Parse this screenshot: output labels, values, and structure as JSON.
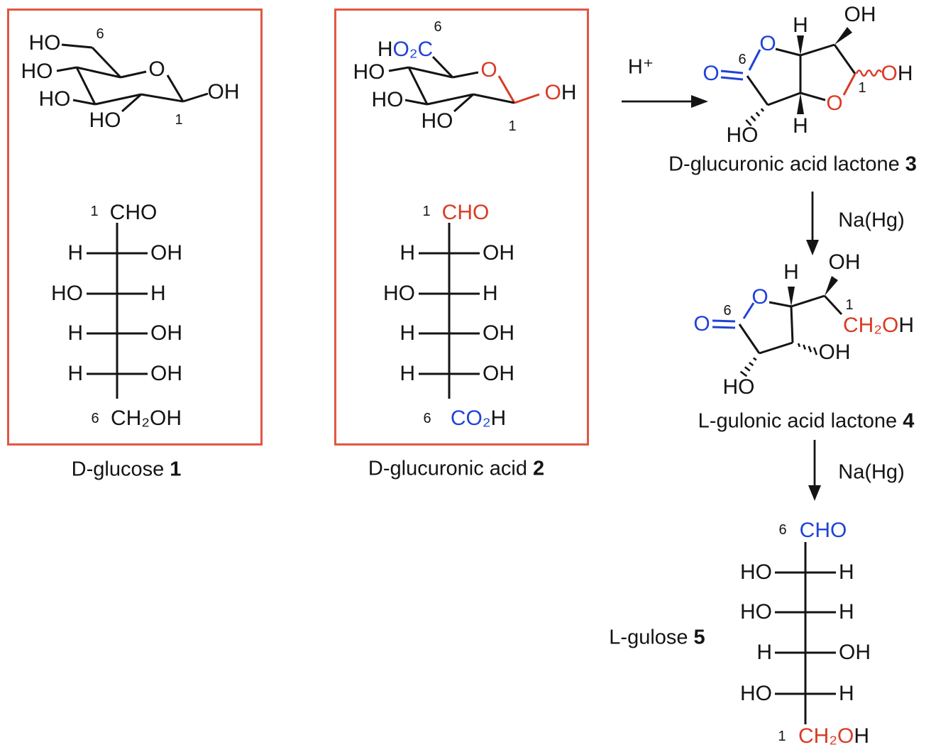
{
  "colors": {
    "red": "#d93b24",
    "blue": "#2042d8",
    "black": "#141414",
    "box_border": "#e05743"
  },
  "boxes": {
    "glucose": {
      "label_name": "D-glucose",
      "label_number": "1",
      "ring": {
        "locant_top": "6",
        "locant_bottom": "1",
        "ho_c6": "HO",
        "ho_c4": "HO",
        "ho_c3": "HO",
        "ho_c2": "HO",
        "ring_o": "O",
        "oh_c1": "OH"
      },
      "fischer": {
        "locant_top": "1",
        "top_group": "CHO",
        "rows": [
          {
            "left": "H",
            "right": "OH"
          },
          {
            "left": "HO",
            "right": "H"
          },
          {
            "left": "H",
            "right": "OH"
          },
          {
            "left": "H",
            "right": "OH"
          }
        ],
        "locant_bottom": "6",
        "bottom_group": "CH₂OH"
      }
    },
    "glucuronic": {
      "label_name": "D-glucuronic acid",
      "label_number": "2",
      "ring": {
        "locant_top": "6",
        "locant_bottom": "1",
        "c6_h": "H",
        "c6_o2c": "O₂C",
        "ho_c4": "HO",
        "ho_c3": "HO",
        "ho_c2": "HO",
        "ring_o": "O",
        "oh_c1_o": "O",
        "oh_c1_h": "H"
      },
      "fischer": {
        "locant_top": "1",
        "top_group": "CHO",
        "rows": [
          {
            "left": "H",
            "right": "OH"
          },
          {
            "left": "HO",
            "right": "H"
          },
          {
            "left": "H",
            "right": "OH"
          },
          {
            "left": "H",
            "right": "OH"
          }
        ],
        "locant_bottom": "6",
        "bottom_co2": "CO₂",
        "bottom_h": "H"
      }
    }
  },
  "reactions": {
    "step1_reagent": "H⁺",
    "step2_reagent": "Na(Hg)",
    "step3_reagent": "Na(Hg)"
  },
  "lactone3": {
    "label_name": "D-glucuronic acid lactone",
    "label_number": "3",
    "locant_6": "6",
    "locant_1": "1",
    "ring_o": "O",
    "carbonyl_o": "O",
    "furanose_o": "O",
    "h_top": "H",
    "oh_top": "OH",
    "h_bottom": "H",
    "ho_bottom": "HO",
    "anomeric_o": "O",
    "anomeric_h": "H"
  },
  "lactone4": {
    "label_name": "L-gulonic acid lactone",
    "label_number": "4",
    "locant_6": "6",
    "locant_1": "1",
    "ring_o": "O",
    "carbonyl_o": "O",
    "h_c5": "H",
    "oh_side": "OH",
    "ch2o": "CH₂O",
    "ch2oh_h": "H",
    "oh_c4": "OH",
    "ho_c3": "HO"
  },
  "gulose": {
    "label_name": "L-gulose",
    "label_number": "5",
    "locant_top": "6",
    "top_group": "CHO",
    "rows": [
      {
        "left": "HO",
        "right": "H"
      },
      {
        "left": "HO",
        "right": "H"
      },
      {
        "left": "H",
        "right": "OH"
      },
      {
        "left": "HO",
        "right": "H"
      }
    ],
    "locant_bottom": "1",
    "ch2o": "CH₂O",
    "ch2oh_h": "H"
  }
}
